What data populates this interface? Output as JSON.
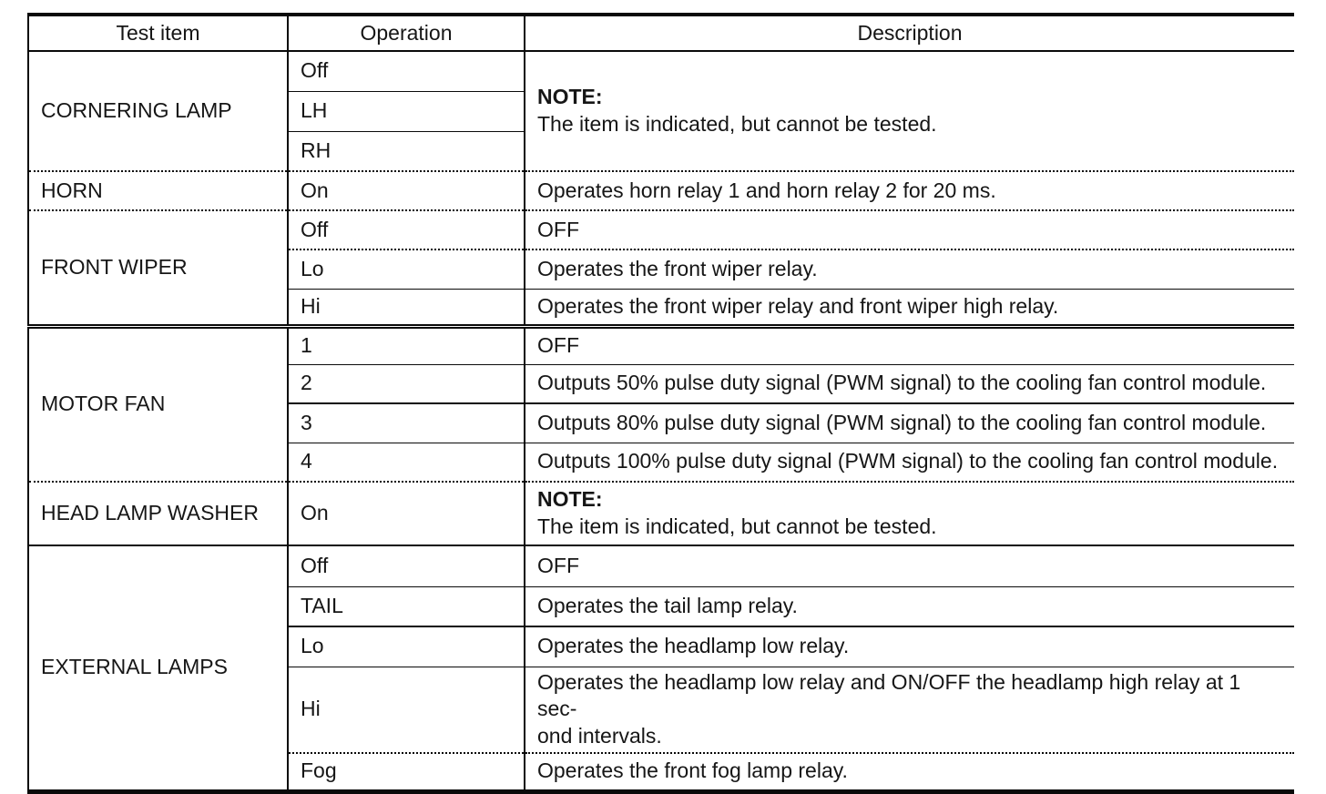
{
  "colors": {
    "ink": "#161616",
    "rule": "#0a0a0a",
    "background": "#ffffff"
  },
  "table": {
    "headers": {
      "test_item": "Test item",
      "operation": "Operation",
      "description": "Description"
    },
    "sections": [
      {
        "test_item": "CORNERING LAMP",
        "rows": [
          {
            "operation": "Off"
          },
          {
            "operation": "LH"
          },
          {
            "operation": "RH"
          }
        ],
        "merged_description": {
          "note_label": "NOTE:",
          "note_text": "The item is indicated, but cannot be tested."
        }
      },
      {
        "test_item": "HORN",
        "rows": [
          {
            "operation": "On",
            "description": "Operates horn relay 1 and horn relay 2 for 20 ms."
          }
        ]
      },
      {
        "test_item": "FRONT WIPER",
        "rows": [
          {
            "operation": "Off",
            "description": "OFF"
          },
          {
            "operation": "Lo",
            "description": "Operates the front wiper relay."
          },
          {
            "operation": "Hi",
            "description": "Operates the front wiper relay and front wiper high relay."
          }
        ]
      },
      {
        "test_item": "MOTOR FAN",
        "rows": [
          {
            "operation": "1",
            "description": "OFF"
          },
          {
            "operation": "2",
            "description": "Outputs 50% pulse duty signal (PWM signal) to the cooling fan control module."
          },
          {
            "operation": "3",
            "description": "Outputs 80% pulse duty signal (PWM signal) to the cooling fan control module."
          },
          {
            "operation": "4",
            "description": "Outputs 100% pulse duty signal (PWM signal) to the cooling fan control module."
          }
        ]
      },
      {
        "test_item": "HEAD LAMP WASHER",
        "rows": [
          {
            "operation": "On",
            "note_label": "NOTE:",
            "note_text": "The item is indicated, but cannot be tested."
          }
        ]
      },
      {
        "test_item": "EXTERNAL LAMPS",
        "rows": [
          {
            "operation": "Off",
            "description": "OFF"
          },
          {
            "operation": "TAIL",
            "description": "Operates the tail lamp relay."
          },
          {
            "operation": "Lo",
            "description": "Operates the headlamp low relay."
          },
          {
            "operation": "Hi",
            "description": "Operates the headlamp low relay and ON/OFF the headlamp high relay at 1 sec-\nond intervals."
          },
          {
            "operation": "Fog",
            "description": "Operates the front fog lamp relay."
          }
        ]
      }
    ]
  }
}
